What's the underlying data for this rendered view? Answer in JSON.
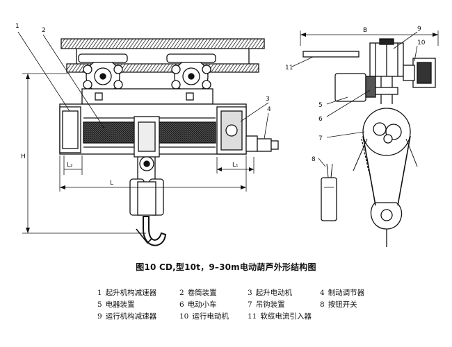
{
  "figure": {
    "caption": "图10  CD,型10t，9–30m电动葫芦外形结构图"
  },
  "dimensions": {
    "H": "H",
    "L": "L",
    "L1": "L₁",
    "L2": "L₂",
    "B": "B"
  },
  "callouts": [
    "1",
    "2",
    "3",
    "4",
    "5",
    "6",
    "7",
    "8",
    "9",
    "10",
    "11"
  ],
  "legend": {
    "rows": [
      [
        {
          "num": "1",
          "text": "起升机构减速器"
        },
        {
          "num": "2",
          "text": "卷筒装置"
        },
        {
          "num": "3",
          "text": "起升电动机"
        },
        {
          "num": "4",
          "text": "制动调节器"
        }
      ],
      [
        {
          "num": "5",
          "text": "电器装置"
        },
        {
          "num": "6",
          "text": "电动小车"
        },
        {
          "num": "7",
          "text": "吊钩装置"
        },
        {
          "num": "8",
          "text": "按钮开关"
        }
      ],
      [
        {
          "num": "9",
          "text": "运行机构减速器"
        },
        {
          "num": "10",
          "text": "运行电动机"
        },
        {
          "num": "11",
          "text": "软缆电流引入器"
        }
      ]
    ]
  }
}
